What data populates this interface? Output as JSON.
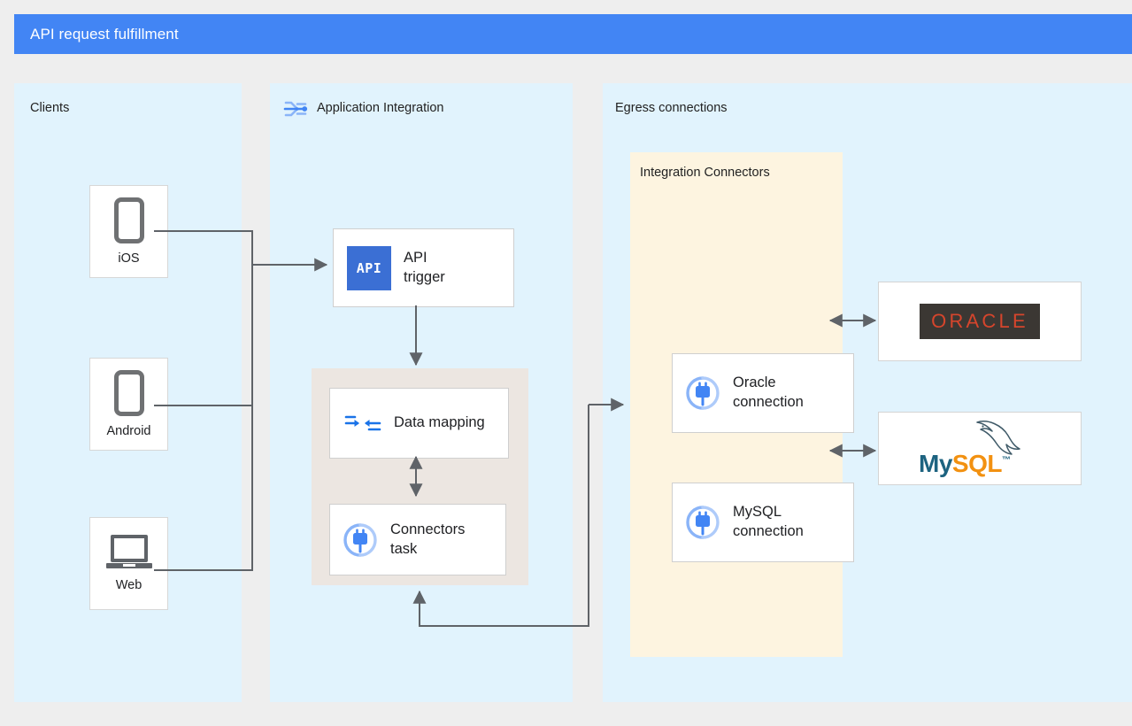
{
  "title_bar": {
    "title": "API request fulfillment",
    "color": "#4285f4"
  },
  "panels": {
    "clients": {
      "title": "Clients"
    },
    "app_integration": {
      "title": "Application Integration",
      "icon": "application-integration-icon"
    },
    "egress": {
      "title": "Egress connections"
    },
    "integration_connectors": {
      "title": "Integration Connectors",
      "color": "#fdf4e0"
    }
  },
  "clients": [
    {
      "label": "iOS",
      "icon": "phone-icon"
    },
    {
      "label": "Android",
      "icon": "phone-icon"
    },
    {
      "label": "Web",
      "icon": "laptop-icon"
    }
  ],
  "integration_nodes": {
    "api_trigger": {
      "label": "API\ntrigger",
      "icon": "api-icon",
      "icon_text": "API"
    },
    "data_mapping": {
      "label": "Data mapping",
      "icon": "data-mapping-icon"
    },
    "connectors_task": {
      "label": "Connectors\ntask",
      "icon": "connector-plug-icon"
    }
  },
  "connections": [
    {
      "label": "Oracle\nconnection",
      "icon": "connector-plug-icon"
    },
    {
      "label": "MySQL\nconnection",
      "icon": "connector-plug-icon"
    }
  ],
  "backends": [
    {
      "name": "oracle-logo",
      "text": "ORACLE",
      "text_color": "#d6452c",
      "bg_color": "#3b3733"
    },
    {
      "name": "mysql-logo",
      "text_primary": "My",
      "text_secondary": "SQL",
      "trademark": "™",
      "primary_color": "#1d6380",
      "secondary_color": "#f29111"
    }
  ],
  "colors": {
    "page_bg": "#eeeeee",
    "panel_bg": "#e1f3fd",
    "flow_group_bg": "#ece6e1",
    "wire": "#5f6368",
    "accent_blue": "#4285f4"
  }
}
